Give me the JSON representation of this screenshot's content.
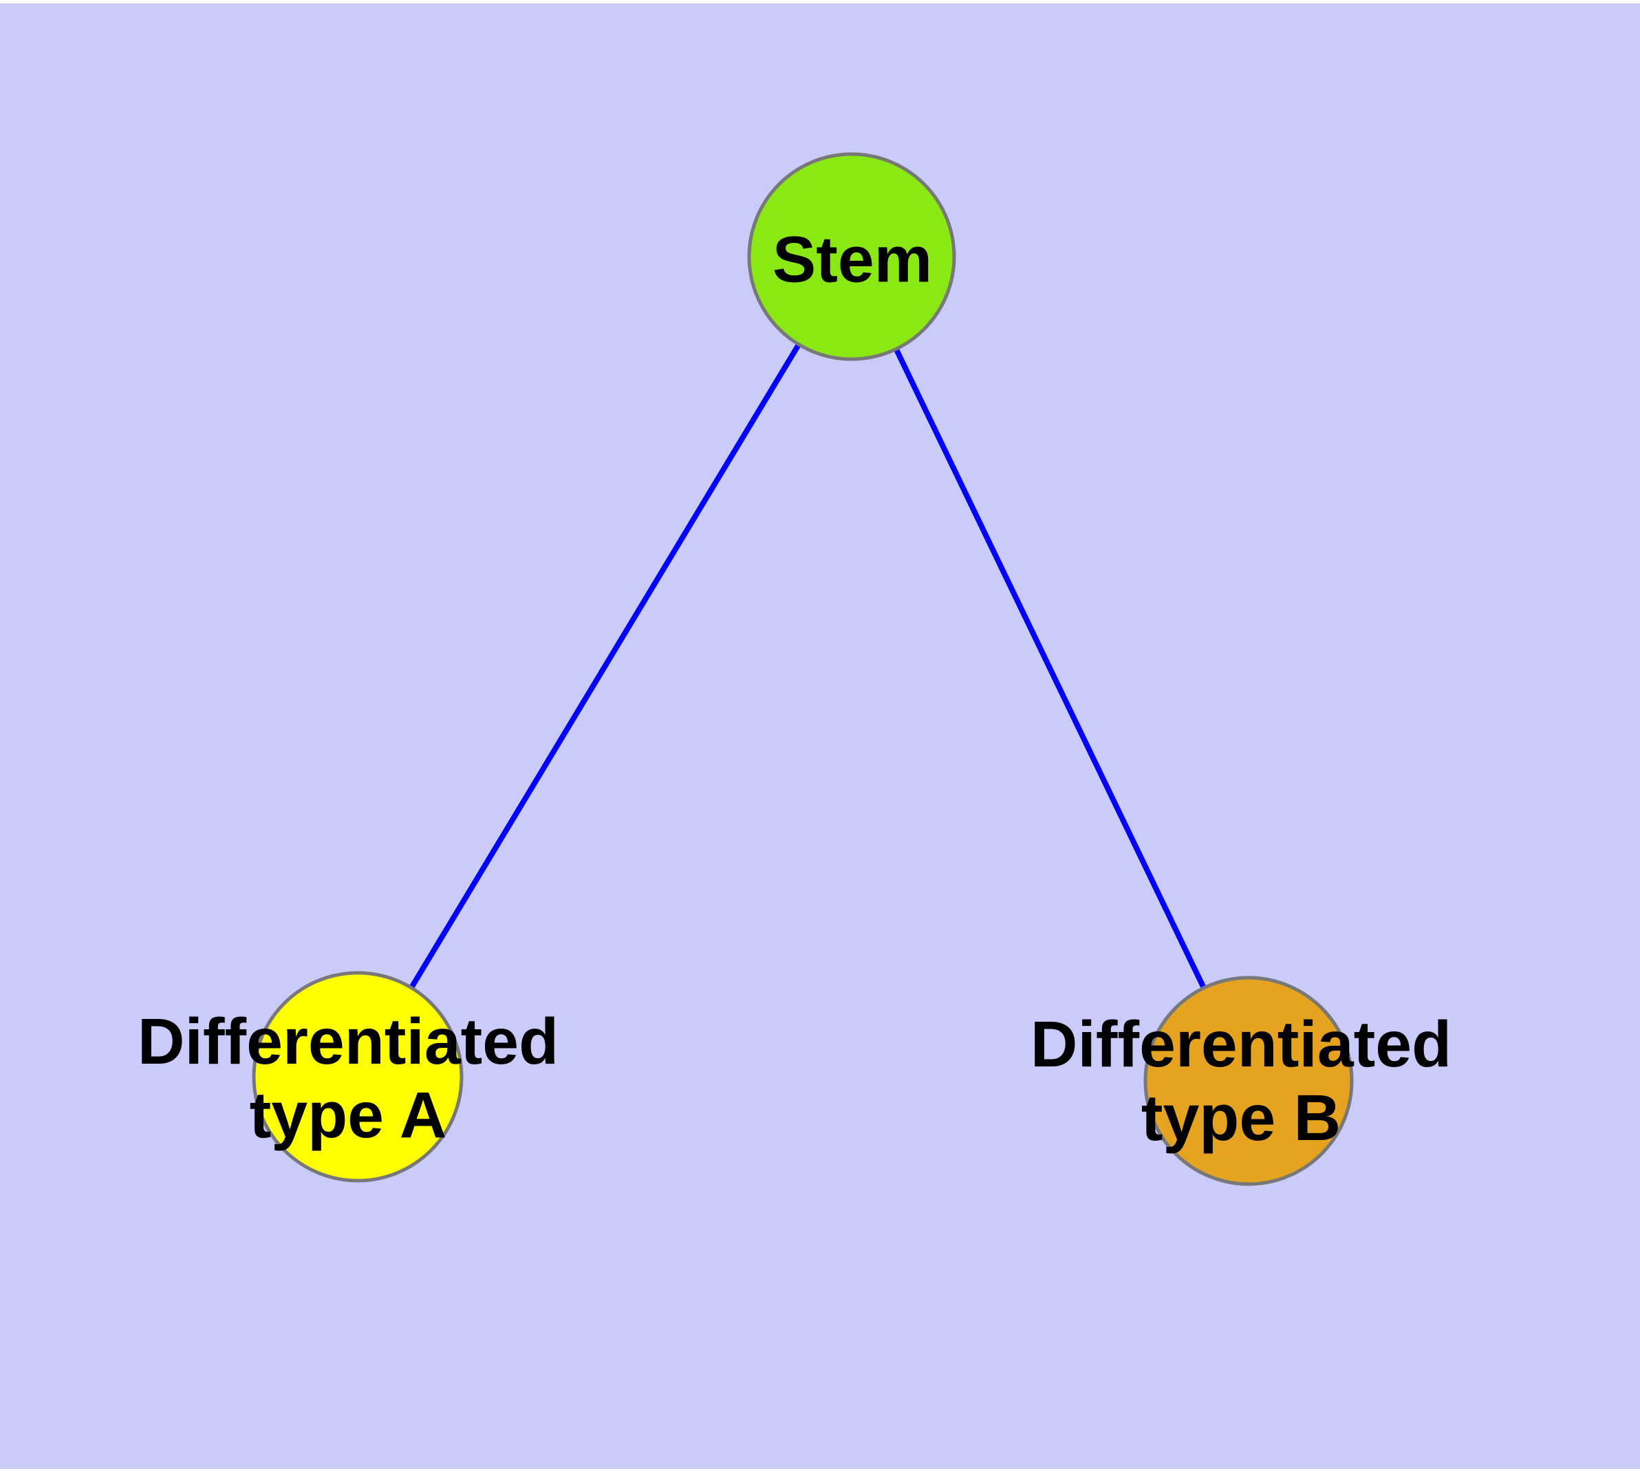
{
  "diagram": {
    "title": "",
    "nodes": [
      {
        "id": "stem",
        "label": "Stem",
        "fill": "#8AE813",
        "stroke": "#787878"
      },
      {
        "id": "differentiated-type-a",
        "label_line1": "Differentiated",
        "label_line2": "type A",
        "fill": "#FFFF00",
        "stroke": "#787878"
      },
      {
        "id": "differentiated-type-b",
        "label_line1": "Differentiated",
        "label_line2": "type B",
        "fill": "#E5A31F",
        "stroke": "#787878"
      }
    ],
    "edges": [
      {
        "from": "stem",
        "to": "differentiated-type-a"
      },
      {
        "from": "stem",
        "to": "differentiated-type-b"
      }
    ],
    "colors": {
      "background": "#CBCBF9",
      "page_margin": "#FFFFFF",
      "edge": "#0000FF",
      "node_border": "#787878",
      "label_text": "#000000"
    }
  }
}
